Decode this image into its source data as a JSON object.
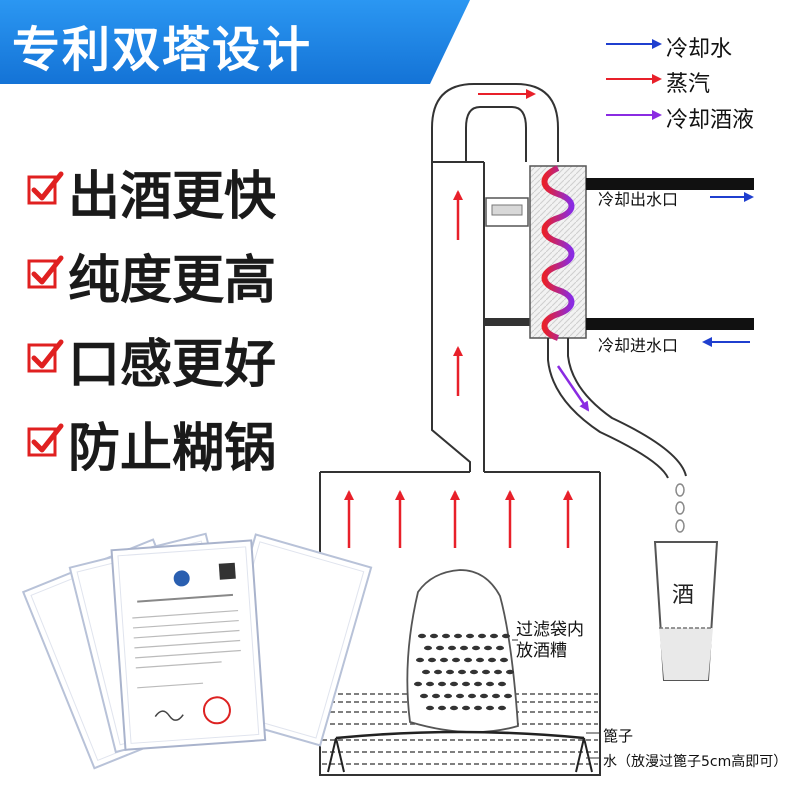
{
  "banner": {
    "title": "专利双塔设计",
    "color": "#1a86e8"
  },
  "features": [
    {
      "label": "出酒更快"
    },
    {
      "label": "纯度更高"
    },
    {
      "label": "口感更好"
    },
    {
      "label": "防止糊锅"
    }
  ],
  "legend": [
    {
      "label": "冷却水",
      "color": "#1f3fcf"
    },
    {
      "label": "蒸汽",
      "color": "#e8202a"
    },
    {
      "label": "冷却酒液",
      "color": "#8a2be2"
    }
  ],
  "labels": {
    "cooling_outlet": "冷却出水口",
    "cooling_inlet": "冷却进水口",
    "cup": "酒",
    "bag_line1": "过滤袋内",
    "bag_line2": "放酒糟",
    "rack": "篦子",
    "water": "水（放漫过篦子5cm高即可）"
  },
  "icons": {
    "check": "checkbox-checked-icon"
  },
  "colors": {
    "steam": "#e8202a",
    "cooling_water": "#1f3fcf",
    "condensate": "#8a2be2",
    "check": "#e02020"
  }
}
